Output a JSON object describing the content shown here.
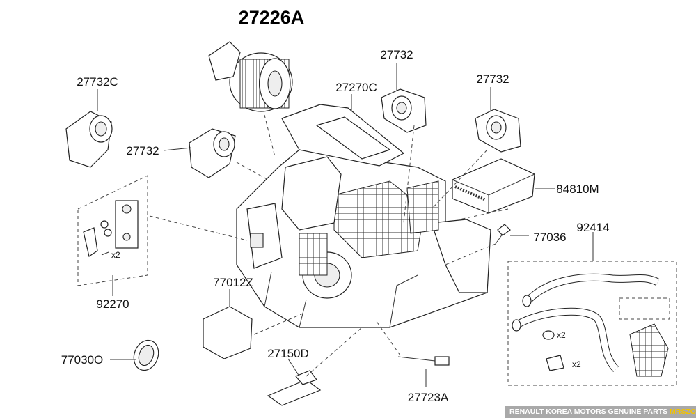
{
  "diagram": {
    "main_part": "27226A",
    "labels": {
      "blower_motor_actuator_c": "27732C",
      "actuator_top": "27732",
      "filter_cover": "27270C",
      "actuator_right": "27732",
      "actuator_left": "27732",
      "control_module": "84810M",
      "pipe_kit": "92414",
      "screw": "77036",
      "expansion_valve": "92270",
      "resistor": "77012Z",
      "grommet": "77030O",
      "resistor_small": "27150D",
      "sensor": "27723A"
    },
    "quantities": {
      "valve_bolt": "x2",
      "oring": "x2",
      "clip": "x2"
    }
  },
  "footer": {
    "text": "RENAULT KOREA MOTORS GENUINE PARTS",
    "brand": "MRSZONE",
    "accent_color": "#f2c200"
  }
}
